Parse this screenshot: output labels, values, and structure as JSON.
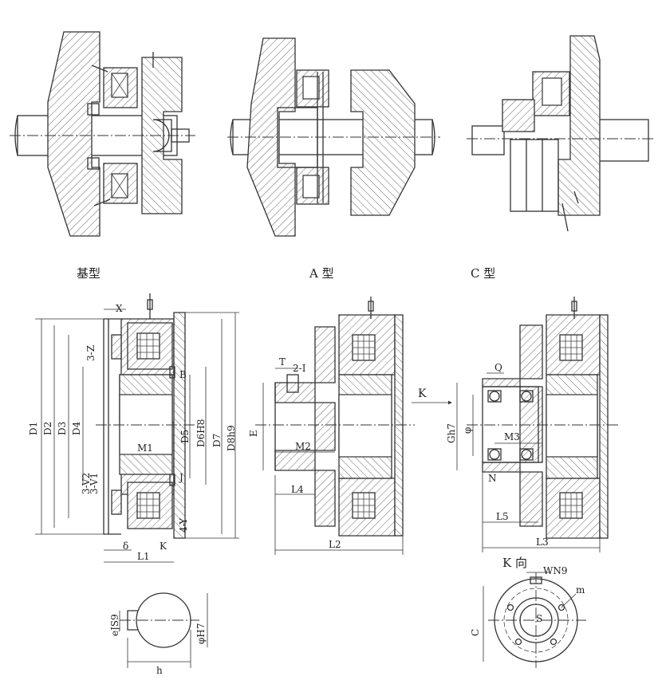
{
  "titles": {
    "basic": "基型",
    "type_a": "A 型",
    "type_c": "C 型",
    "view_k": "K 向"
  },
  "labels": {
    "X": "X",
    "D1": "D1",
    "D2": "D2",
    "D3": "D3",
    "D4": "D4",
    "D5": "D5",
    "D6H8": "D6H8",
    "D7": "D7",
    "D8h9": "D8h9",
    "B": "B",
    "J": "J",
    "M1": "M1",
    "M2": "M2",
    "M3": "M3",
    "L1": "L1",
    "L2": "L2",
    "L3": "L3",
    "L4": "L4",
    "L5": "L5",
    "delta": "δ",
    "K": "K",
    "K_arrow": "K",
    "3xZ": "3-Z",
    "3xV2": "3-V2",
    "3xV1": "3-V1",
    "4xY": "4-Y",
    "T": "T",
    "2xI": "2-I",
    "E": "E",
    "Q": "Q",
    "phi": "φ",
    "Gh7": "Gh7",
    "N": "N",
    "ejs9": "eJS9",
    "phiH7": "φH7",
    "h": "h",
    "WN9": "WN9",
    "m": "m",
    "S": "S",
    "C": "C"
  }
}
